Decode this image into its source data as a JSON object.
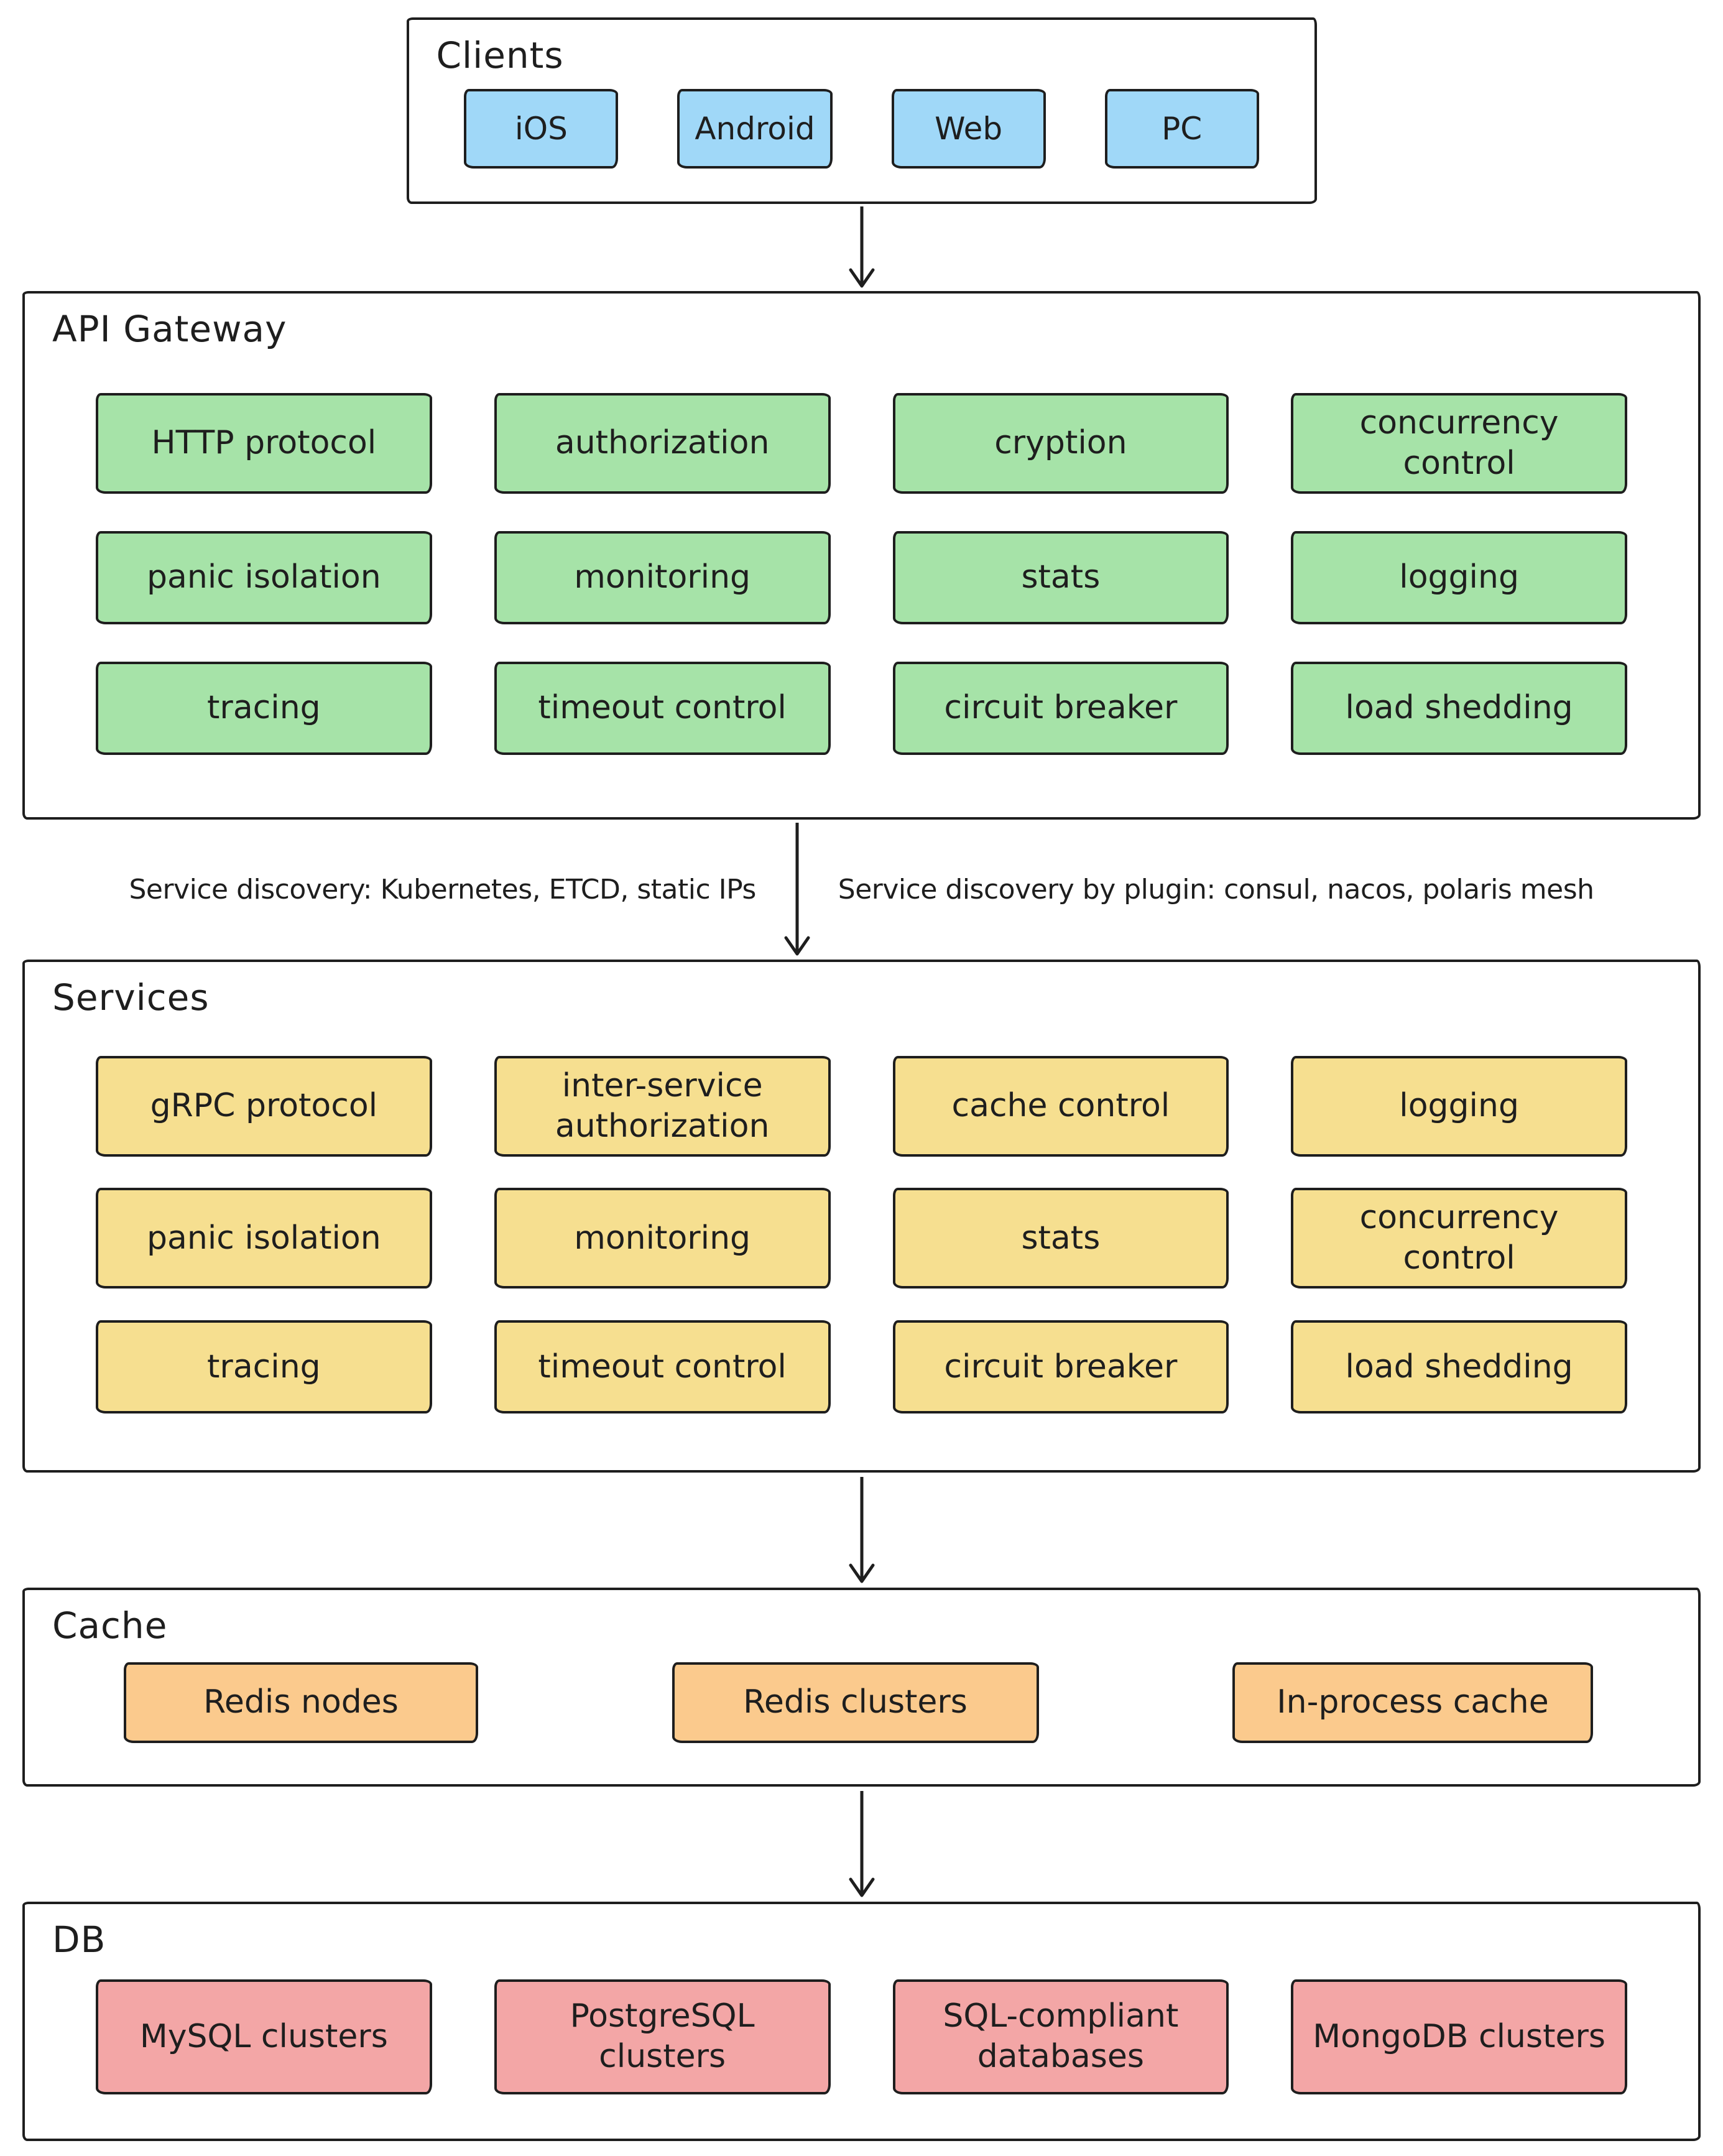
{
  "clients": {
    "title": "Clients",
    "items": [
      "iOS",
      "Android",
      "Web",
      "PC"
    ]
  },
  "api_gateway": {
    "title": "API Gateway",
    "items": [
      "HTTP protocol",
      "authorization",
      "cryption",
      "concurrency control",
      "panic isolation",
      "monitoring",
      "stats",
      "logging",
      "tracing",
      "timeout control",
      "circuit breaker",
      "load shedding"
    ]
  },
  "discovery": {
    "left": "Service discovery: Kubernetes, ETCD, static IPs",
    "right": "Service discovery by plugin: consul, nacos, polaris mesh"
  },
  "services": {
    "title": "Services",
    "items": [
      "gRPC protocol",
      "inter-service authorization",
      "cache control",
      "logging",
      "panic isolation",
      "monitoring",
      "stats",
      "concurrency control",
      "tracing",
      "timeout control",
      "circuit breaker",
      "load shedding"
    ]
  },
  "cache": {
    "title": "Cache",
    "items": [
      "Redis nodes",
      "Redis clusters",
      "In-process cache"
    ]
  },
  "db": {
    "title": "DB",
    "items": [
      "MySQL clusters",
      "PostgreSQL clusters",
      "SQL-compliant databases",
      "MongoDB clusters"
    ]
  },
  "colors": {
    "stroke": "#1e1e1e",
    "clients_fill": "#a0d8f8",
    "gateway_fill": "#a6e3a8",
    "services_fill": "#f6df90",
    "cache_fill": "#fbca8d",
    "db_fill": "#f3a6a6"
  }
}
